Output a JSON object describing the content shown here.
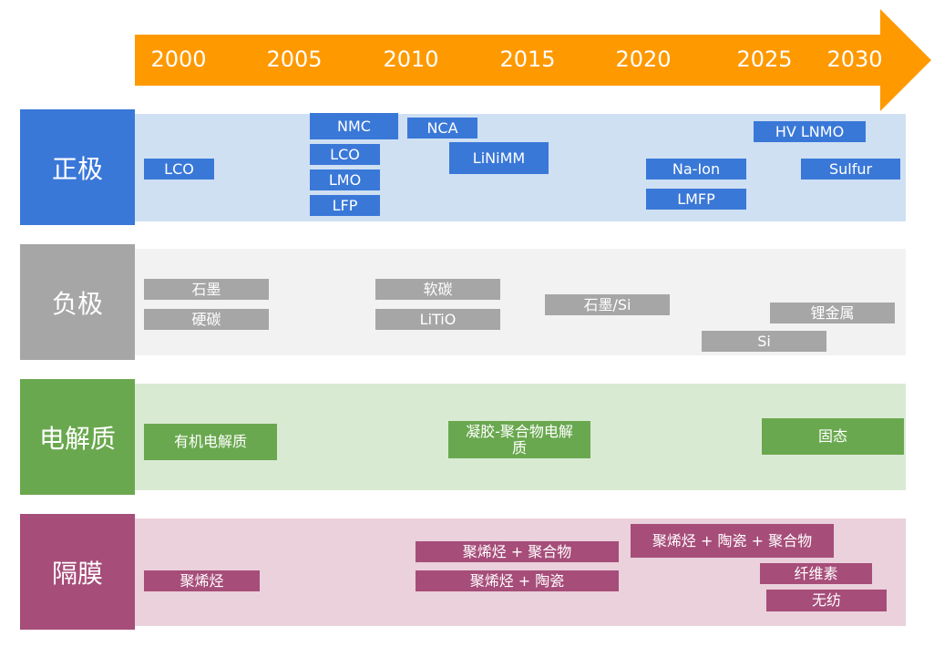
{
  "timeline": {
    "years": [
      "2000",
      "2005",
      "2010",
      "2015",
      "2020",
      "2025",
      "2030"
    ],
    "arrow_color": "#ff9900"
  },
  "rows": {
    "cathode": {
      "label": "正极",
      "items": [
        "LCO",
        "NMC",
        "LCO",
        "LMO",
        "LFP",
        "NCA",
        "LiNiMM",
        "Na-Ion",
        "LMFP",
        "HV LNMO",
        "Sulfur"
      ]
    },
    "anode": {
      "label": "负极",
      "items": [
        "石墨",
        "硬碳",
        "软碳",
        "LiTiO",
        "石墨/Si",
        "锂金属",
        "Si"
      ]
    },
    "electrolyte": {
      "label": "电解质",
      "items": [
        "有机电解质",
        "凝胶-聚合物电解质",
        "固态"
      ]
    },
    "separator": {
      "label": "隔膜",
      "items": [
        "聚烯烃",
        "聚烯烃 + 聚合物",
        "聚烯烃 + 陶瓷",
        "聚烯烃 + 陶瓷 + 聚合物",
        "纤维素",
        "无纺"
      ]
    }
  },
  "colors": {
    "cathode": "#3a78d8",
    "cathode_band": "#cfe0f3",
    "anode": "#a6a6a6",
    "anode_band": "#f2f2f2",
    "electrolyte": "#6aa84f",
    "electrolyte_band": "#d9ead3",
    "separator": "#a64d79",
    "separator_band": "#ead1dc"
  }
}
